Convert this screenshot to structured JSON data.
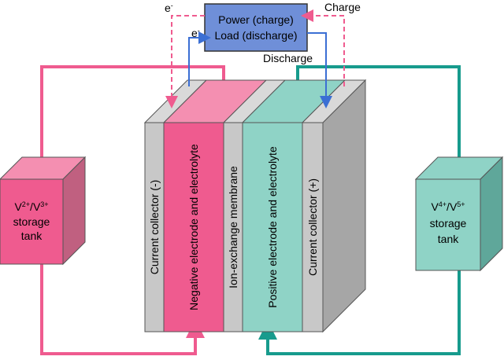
{
  "power_box": {
    "line1": "Power (charge)",
    "line2": "Load (discharge)"
  },
  "labels": {
    "charge": "Charge",
    "discharge": "Discharge",
    "electron_left": "e",
    "electron_left_sup": "-",
    "electron_inner": "e",
    "electron_inner_sup": "-"
  },
  "left_tank": {
    "ion1": "V",
    "ion1_sup": "2+",
    "slash": "/",
    "ion2": "V",
    "ion2_sup": "3+",
    "line2": "storage",
    "line3": "tank"
  },
  "right_tank": {
    "ion1": "V",
    "ion1_sup": "4+",
    "slash": "/",
    "ion2": "V",
    "ion2_sup": "5+",
    "line2": "storage",
    "line3": "tank"
  },
  "layers": {
    "current_collector_neg": "Current collector (-)",
    "negative_electrode": "Negative electrode and electrolyte",
    "membrane": "Ion-exchange membrane",
    "positive_electrode": "Positive electrode and electrolyte",
    "current_collector_pos": "Current collector (+)"
  },
  "colors": {
    "pink": "#ef5b8f",
    "pink_light": "#f48fb1",
    "teal": "#179b8d",
    "teal_light": "#8fd3c6",
    "blue_box": "#6f8fd8",
    "gray": "#c8c8c8",
    "gray_dark": "#9c9c9c",
    "wire_blue": "#3b6fd4"
  }
}
